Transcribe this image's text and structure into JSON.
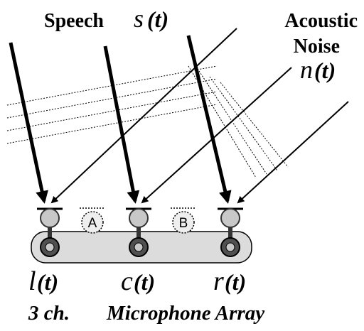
{
  "labels": {
    "speech_word": "Speech",
    "speech_symbol": "s",
    "speech_arg": "(t)",
    "noise_line1": "Acoustic",
    "noise_line2": "Noise",
    "noise_symbol": "n",
    "noise_arg": "(t)",
    "mic_left_symbol": "l",
    "mic_center_symbol": "c",
    "mic_right_symbol": "r",
    "mic_arg": "(t)",
    "caption_count": "3 ch.",
    "caption_text": "Microphone Array"
  },
  "regions": {
    "a": "A",
    "b": "B"
  },
  "colors": {
    "ink": "#000000",
    "mic_fill": "#c8c8c8",
    "mic_dark": "#505050",
    "board_fill": "#dcdcdc"
  }
}
